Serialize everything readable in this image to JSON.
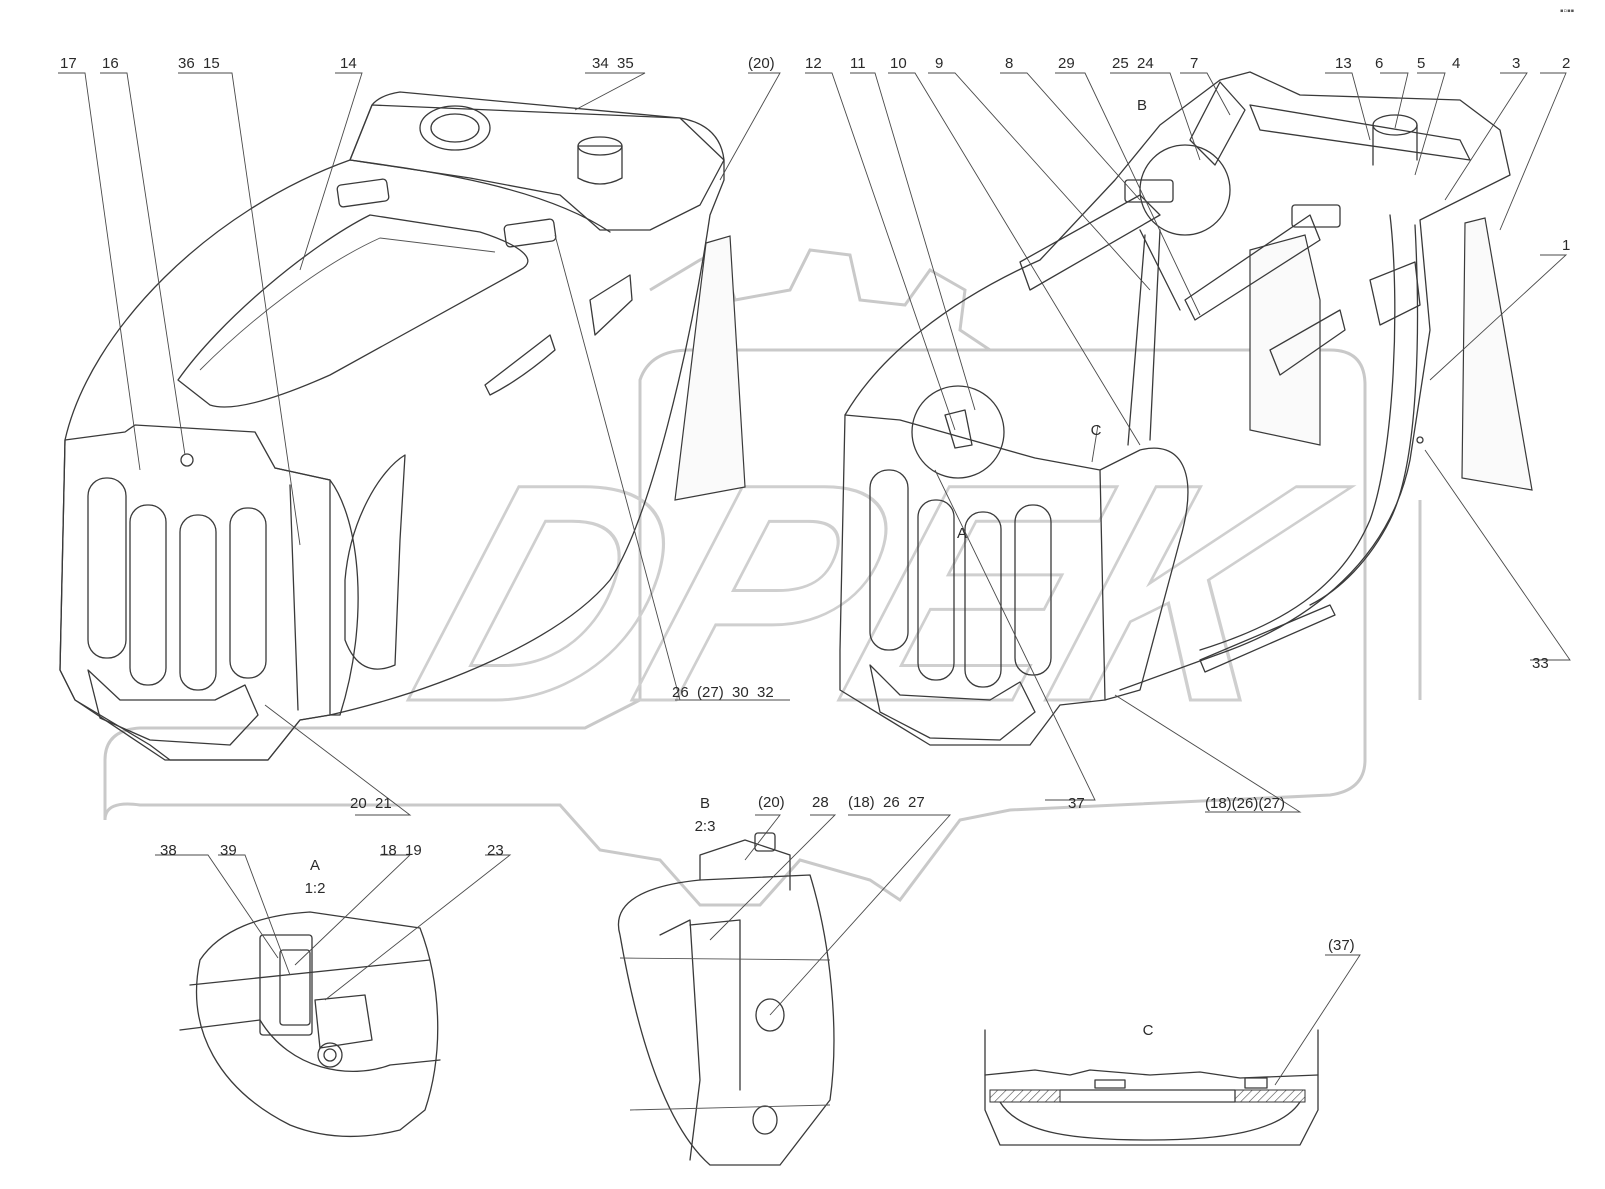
{
  "corner_mark": "▪▫▪▪",
  "callouts": {
    "c17": "17",
    "c16": "16",
    "c36_15": "36  15",
    "c14": "14",
    "c34_35": "34  35",
    "c20a": "(20)",
    "c12": "12",
    "c11": "11",
    "c10": "10",
    "c9": "9",
    "c8": "8",
    "c29": "29",
    "c25_24": "25  24",
    "c7": "7",
    "c13": "13",
    "c6": "6",
    "c5": "5",
    "c4": "4",
    "c3": "3",
    "c2": "2",
    "c1": "1",
    "c33": "33",
    "c26_32": "26  (27)  30  32",
    "c20_21": "20  21",
    "c37": "37",
    "c18_26_27b": "(18)(26)(27)",
    "c38": "38",
    "c39": "39",
    "c18_19": "18  19",
    "c23": "23",
    "c20b": "(20)",
    "c28": "28",
    "c18_26_27a": "(18)  26  27",
    "c37b": "(37)"
  },
  "view_marks": {
    "b_top": "B",
    "c_top": "C",
    "a_top": "A"
  },
  "detail_views": {
    "a_name": "A",
    "a_scale": "1:2",
    "b_name": "B",
    "b_scale": "2:3",
    "c_name": "C"
  },
  "watermark": "DPEK"
}
